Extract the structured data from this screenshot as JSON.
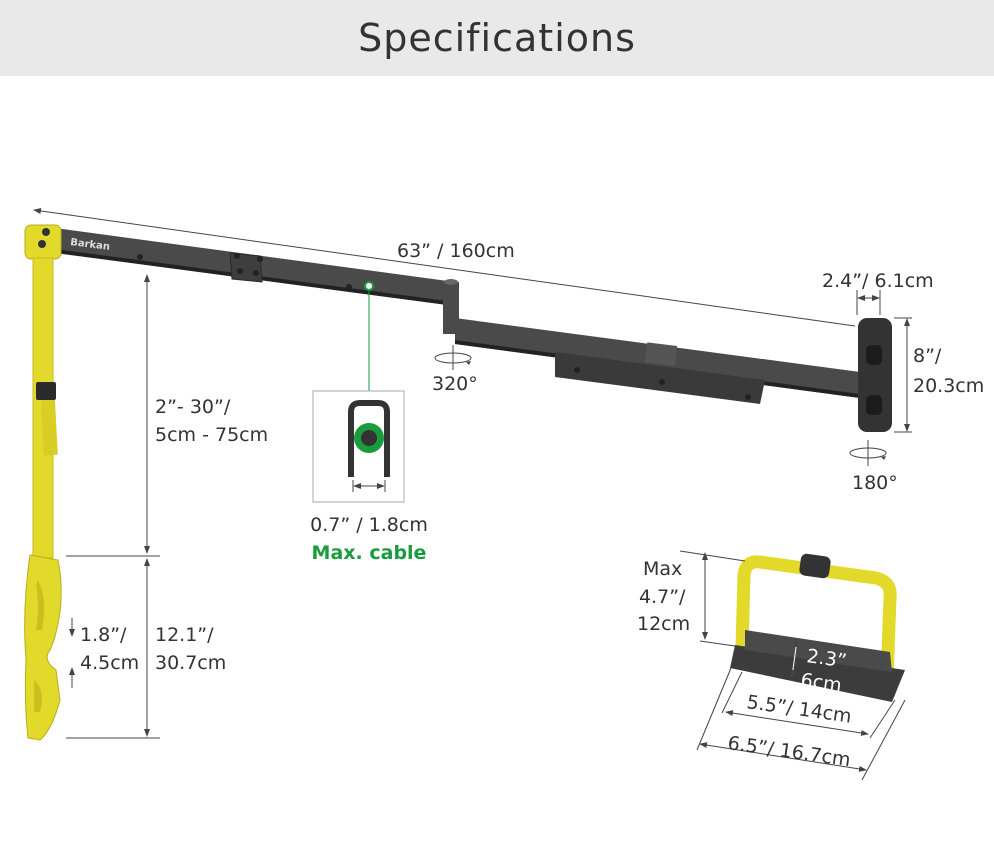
{
  "header": {
    "title": "Specifications"
  },
  "brand": "Barkan",
  "arm": {
    "total_length": "63” / 160cm",
    "rotation_joint": "320°",
    "rotation_mount": "180°",
    "mount_width": "2.4”/ 6.1cm",
    "mount_height_line1": "8”/",
    "mount_height_line2": "20.3cm",
    "drop_range_line1": "2”- 30”/",
    "drop_range_line2": "5cm - 75cm",
    "hook_length_line1": "12.1”/",
    "hook_length_line2": "30.7cm",
    "hook_opening_line1": "1.8”/",
    "hook_opening_line2": "4.5cm"
  },
  "cable": {
    "size": "0.7” / 1.8cm",
    "label": "Max. cable",
    "accent": "#1a9b3c"
  },
  "basket": {
    "max_line1": "Max",
    "max_line2": "4.7”/",
    "max_line3": "12cm",
    "depth_line1": "2.3”",
    "depth_line2": "6cm",
    "inner_width": "5.5”/ 14cm",
    "outer_width": "6.5”/ 16.7cm"
  },
  "colors": {
    "strap": "#e3d92b",
    "metal": "#4a4a4a",
    "header_bg": "#e9e9e9"
  }
}
